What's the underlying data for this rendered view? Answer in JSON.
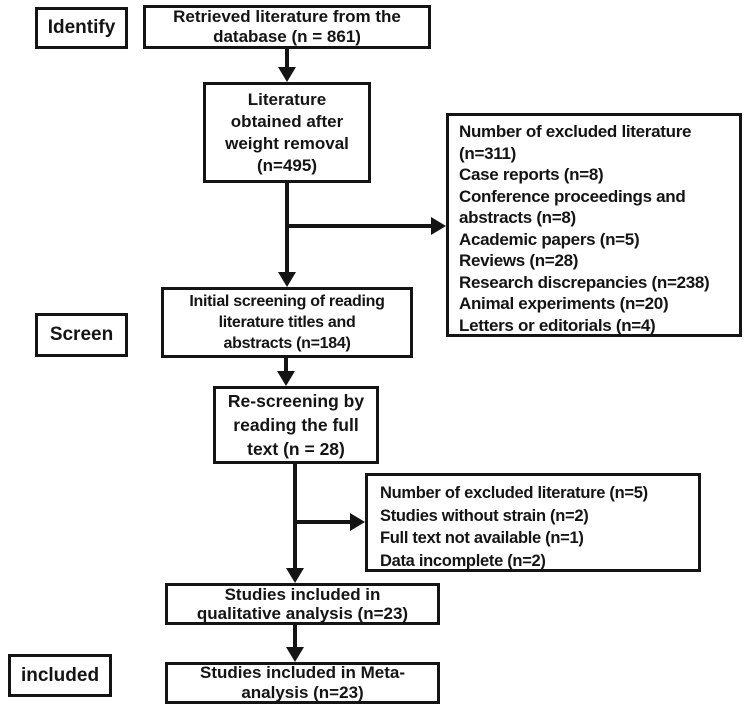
{
  "figure": {
    "type": "flowchart",
    "ink_color": "#141414",
    "background_color": "#ffffff"
  },
  "stages": {
    "identify": "Identify",
    "screen": "Screen",
    "included": "included"
  },
  "boxes": {
    "retrieved": {
      "lines": [
        "Retrieved literature from the",
        "database (n = 861)"
      ]
    },
    "weight_removal": {
      "lines": [
        "Literature",
        "obtained after",
        "weight removal",
        "(n=495)"
      ]
    },
    "excluded_first": {
      "lines": [
        "Number of excluded literature",
        "(n=311)",
        "Case reports (n=8)",
        "Conference proceedings and",
        "abstracts (n=8)",
        "Academic papers (n=5)",
        "Reviews (n=28)",
        "Research discrepancies (n=238)",
        "Animal experiments (n=20)",
        "Letters or editorials (n=4)"
      ]
    },
    "initial_screening": {
      "lines": [
        "Initial screening of reading",
        "literature titles and",
        "abstracts (n=184)"
      ]
    },
    "rescreening": {
      "lines": [
        "Re-screening by",
        "reading the full",
        "text (n = 28)"
      ]
    },
    "excluded_second": {
      "lines": [
        "Number of excluded literature (n=5)",
        "Studies without strain (n=2)",
        "Full text not available (n=1)",
        "Data incomplete (n=2)"
      ]
    },
    "qualitative": {
      "lines": [
        "Studies included in",
        "qualitative analysis (n=23)"
      ]
    },
    "meta_analysis": {
      "lines": [
        "Studies included in Meta-",
        "analysis (n=23)"
      ]
    }
  }
}
